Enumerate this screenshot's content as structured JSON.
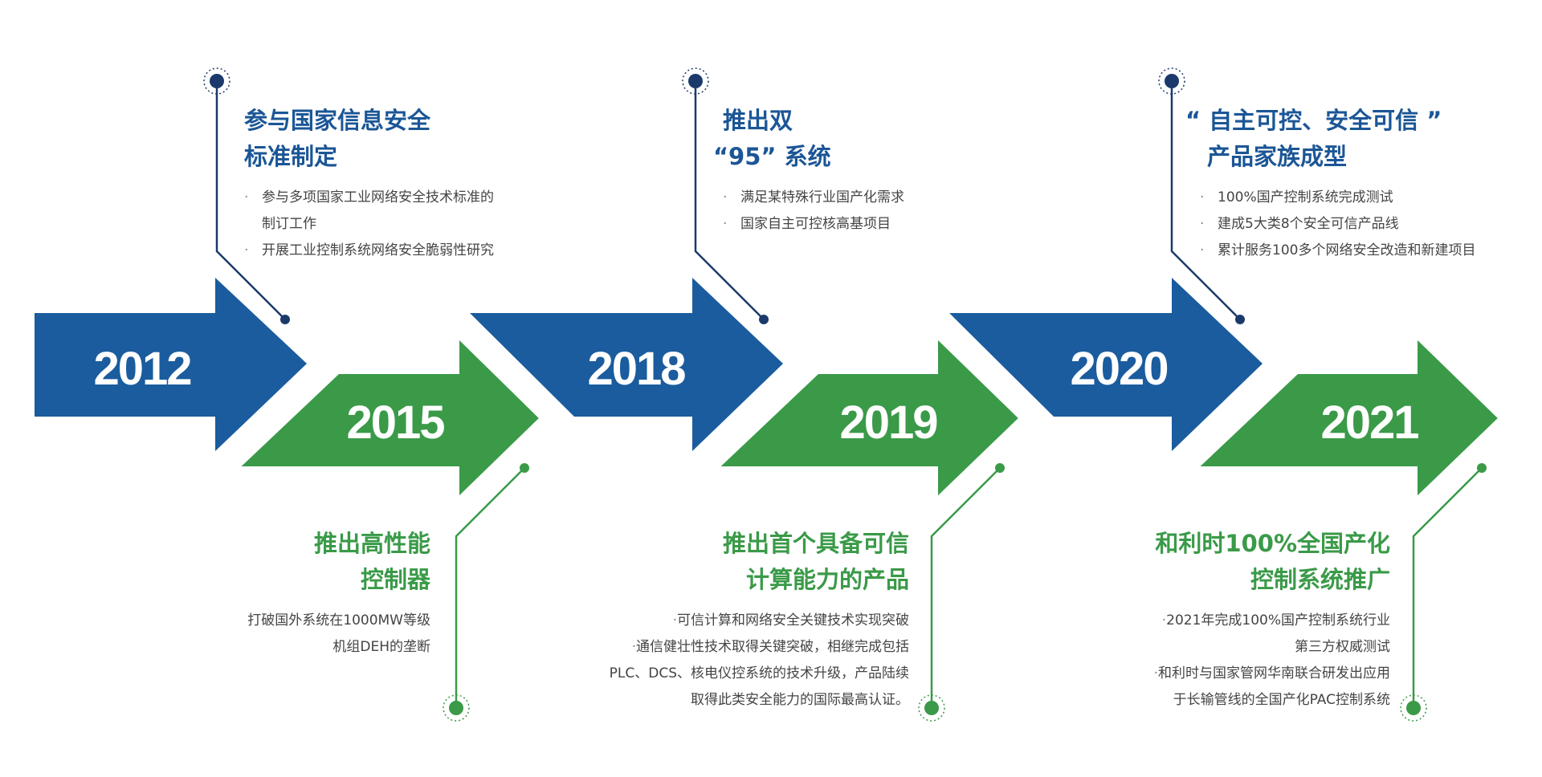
{
  "colors": {
    "blue": "#1a5c9e",
    "green": "#3a9a48",
    "navy": "#1b3a6b"
  },
  "milestones": [
    {
      "year": "2012",
      "title": [
        "参与国家信息安全",
        "标准制定"
      ],
      "bullets": [
        [
          "参与多项国家工业网络安全技术标准的",
          "制订工作"
        ],
        [
          "开展工业控制系统网络安全脆弱性研究"
        ]
      ]
    },
    {
      "year": "2015",
      "title": [
        "推出高性能",
        "控制器"
      ],
      "text": [
        "打破国外系统在1000MW等级",
        "机组DEH的垄断"
      ]
    },
    {
      "year": "2018",
      "title": [
        "推出双",
        "“95” 系统"
      ],
      "bullets": [
        [
          "满足某特殊行业国产化需求"
        ],
        [
          "国家自主可控核高基项目"
        ]
      ]
    },
    {
      "year": "2019",
      "title": [
        "推出首个具备可信",
        "计算能力的产品"
      ],
      "bullets": [
        [
          "可信计算和网络安全关键技术实现突破"
        ],
        [
          "通信健壮性技术取得关键突破，相继完成包括",
          "PLC、DCS、核电仪控系统的技术升级，产品陆续",
          "取得此类安全能力的国际最高认证。"
        ]
      ]
    },
    {
      "year": "2020",
      "title": [
        "“ 自主可控、安全可信 ”",
        "产品家族成型"
      ],
      "bullets": [
        [
          "100%国产控制系统完成测试"
        ],
        [
          "建成5大类8个安全可信产品线"
        ],
        [
          "累计服务100多个网络安全改造和新建项目"
        ]
      ]
    },
    {
      "year": "2021",
      "title": [
        "和利时100%全国产化",
        "控制系统推广"
      ],
      "bullets": [
        [
          "2021年完成100%国产控制系统行业",
          "第三方权威测试"
        ],
        [
          "和利时与国家管网华南联合研发出应用",
          "于长输管线的全国产化PAC控制系统"
        ]
      ]
    }
  ]
}
